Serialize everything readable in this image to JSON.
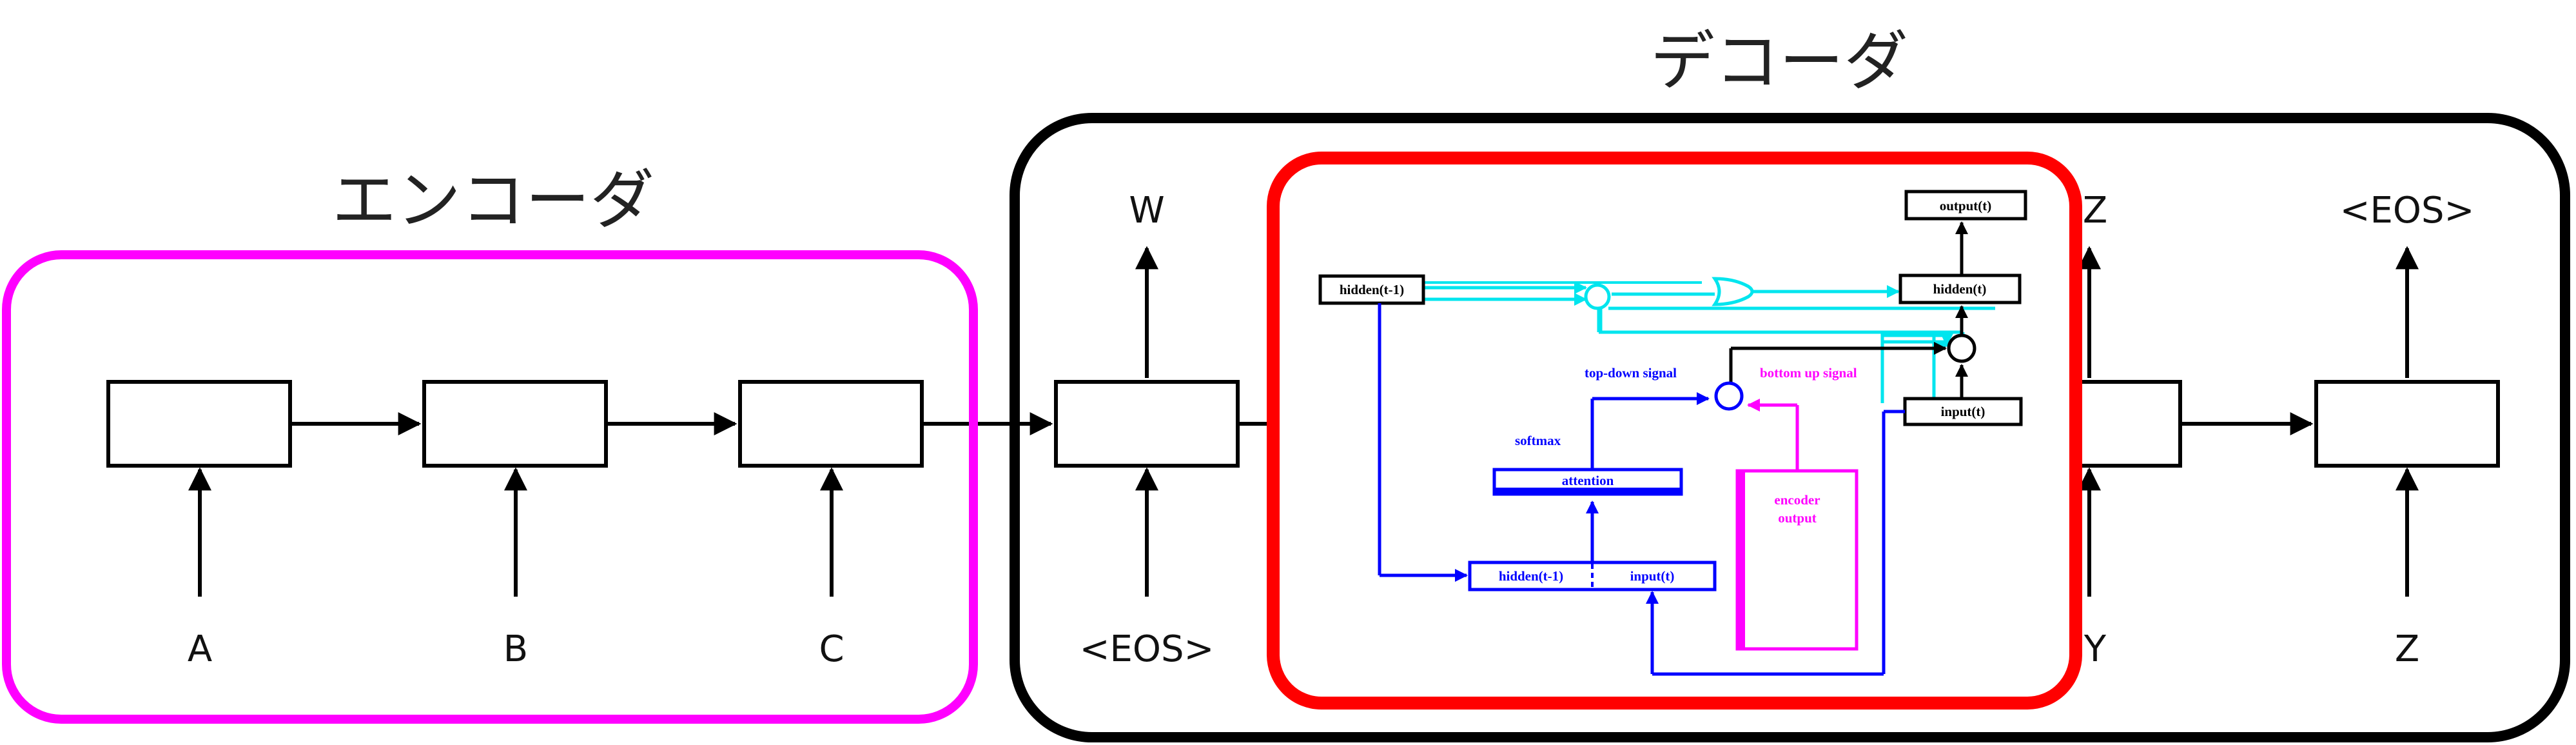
{
  "titles": {
    "encoder": "エンコーダ",
    "decoder": "デコーダ"
  },
  "encoder": {
    "inputs": [
      "A",
      "B",
      "C"
    ]
  },
  "decoder": {
    "inputs": [
      "<EOS>",
      "Y",
      "Z"
    ],
    "outputs": [
      "W",
      "Z",
      "<EOS>"
    ]
  },
  "attention_detail": {
    "hidden_prev": "hidden(t-1)",
    "output_t": "output(t)",
    "hidden_t": "hidden(t)",
    "input_t": "input(t)",
    "top_down": "top-down signal",
    "bottom_up": "bottom up signal",
    "softmax": "softmax",
    "attention": "attention",
    "encoder_output_line1": "encoder",
    "encoder_output_line2": "output",
    "concat_hidden": "hidden(t-1)",
    "concat_input": "input(t)"
  },
  "colors": {
    "encoder_frame": "#ff00ff",
    "decoder_frame": "#000000",
    "detail_frame": "#ff0000",
    "blue_flow": "#0000ff",
    "cyan_flow": "#00e5ee",
    "magenta_flow": "#ff00ff"
  }
}
